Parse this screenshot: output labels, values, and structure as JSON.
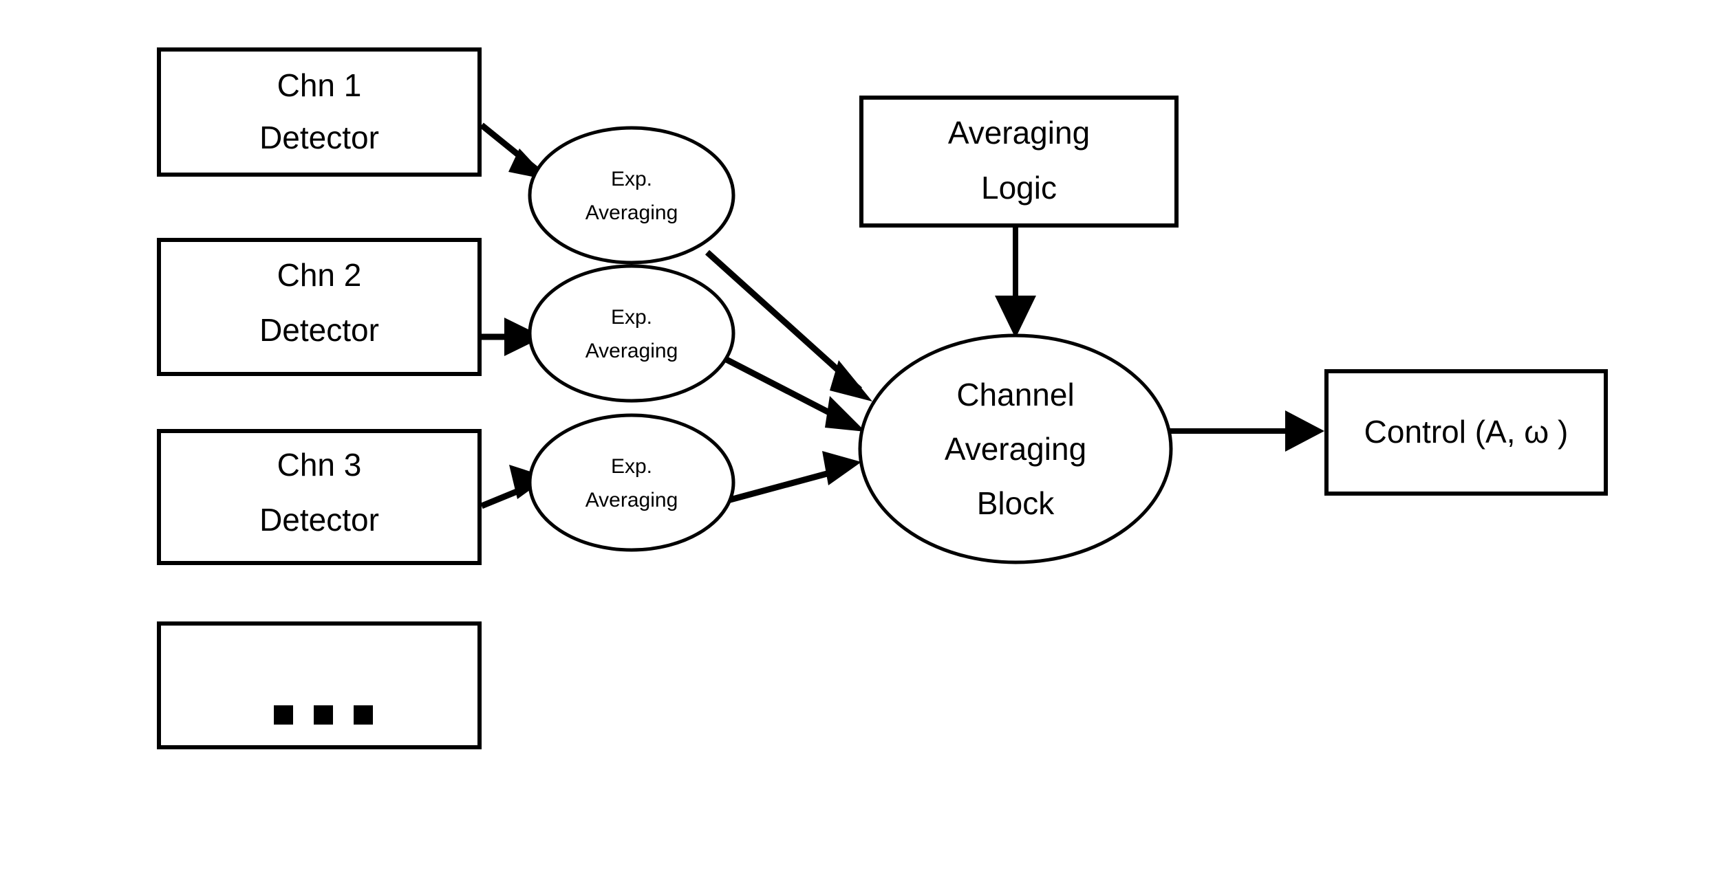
{
  "diagram": {
    "title": "Multi-channel exponential averaging control block diagram",
    "background_color": "#ffffff",
    "stroke_color": "#000000",
    "fill_color": "#ffffff",
    "nodes": {
      "chn1_line1": "Chn 1",
      "chn1_line2": "Detector",
      "chn2_line1": "Chn 2",
      "chn2_line2": "Detector",
      "chn3_line1": "Chn 3",
      "chn3_line2": "Detector",
      "more_channels": "■ ■ ■",
      "exp_avg_1_line1": "Exp.",
      "exp_avg_1_line2": "Averaging",
      "exp_avg_2_line1": "Exp.",
      "exp_avg_2_line2": "Averaging",
      "exp_avg_3_line1": "Exp.",
      "exp_avg_3_line2": "Averaging",
      "averaging_logic_line1": "Averaging",
      "averaging_logic_line2": "Logic",
      "channel_block_line1": "Channel",
      "channel_block_line2": "Averaging",
      "channel_block_line3": "Block",
      "control_text": "Control (A, ω )"
    },
    "edges": [
      {
        "from": "chn1-detector",
        "to": "exp-averaging-1",
        "style": "solid-arrow"
      },
      {
        "from": "chn2-detector",
        "to": "exp-averaging-2",
        "style": "solid-arrow"
      },
      {
        "from": "chn3-detector",
        "to": "exp-averaging-3",
        "style": "solid-arrow"
      },
      {
        "from": "exp-averaging-1",
        "to": "channel-averaging-block",
        "style": "solid-arrow"
      },
      {
        "from": "exp-averaging-2",
        "to": "channel-averaging-block",
        "style": "solid-arrow"
      },
      {
        "from": "exp-averaging-3",
        "to": "channel-averaging-block",
        "style": "solid-arrow"
      },
      {
        "from": "averaging-logic",
        "to": "channel-averaging-block",
        "style": "solid-arrow"
      },
      {
        "from": "channel-averaging-block",
        "to": "control-block",
        "style": "solid-arrow"
      }
    ]
  }
}
